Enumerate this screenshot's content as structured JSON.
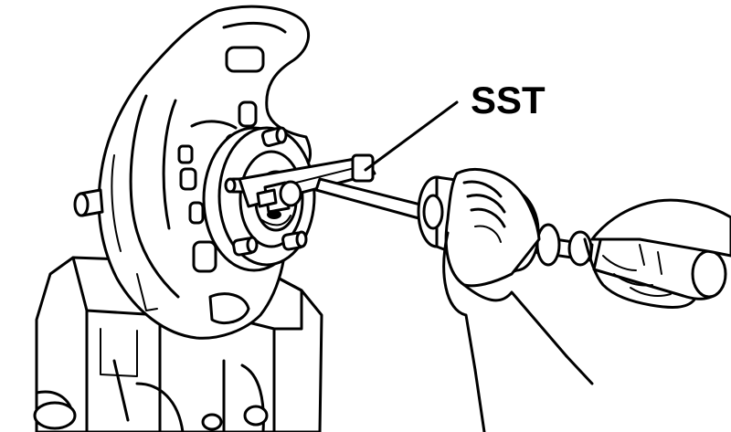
{
  "diagram": {
    "callout_label": "SST",
    "colors": {
      "line": "#000000",
      "background": "#ffffff"
    },
    "parts": [
      "steering-knuckle",
      "axle-hub",
      "hub-bolts",
      "special-service-tool",
      "slide-hammer",
      "vise",
      "hands"
    ]
  }
}
